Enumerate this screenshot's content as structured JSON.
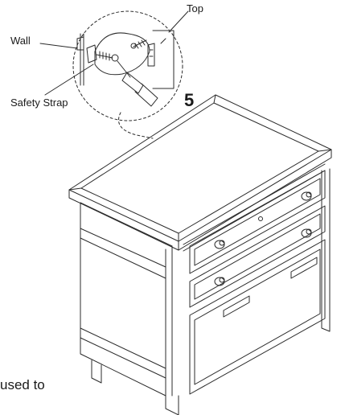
{
  "labels": {
    "top": "Top",
    "wall": "Wall",
    "safety_strap": "Safety Strap",
    "step": "5",
    "footer_text": "used to"
  },
  "colors": {
    "line": "#2b2b2b",
    "background": "#ffffff"
  }
}
